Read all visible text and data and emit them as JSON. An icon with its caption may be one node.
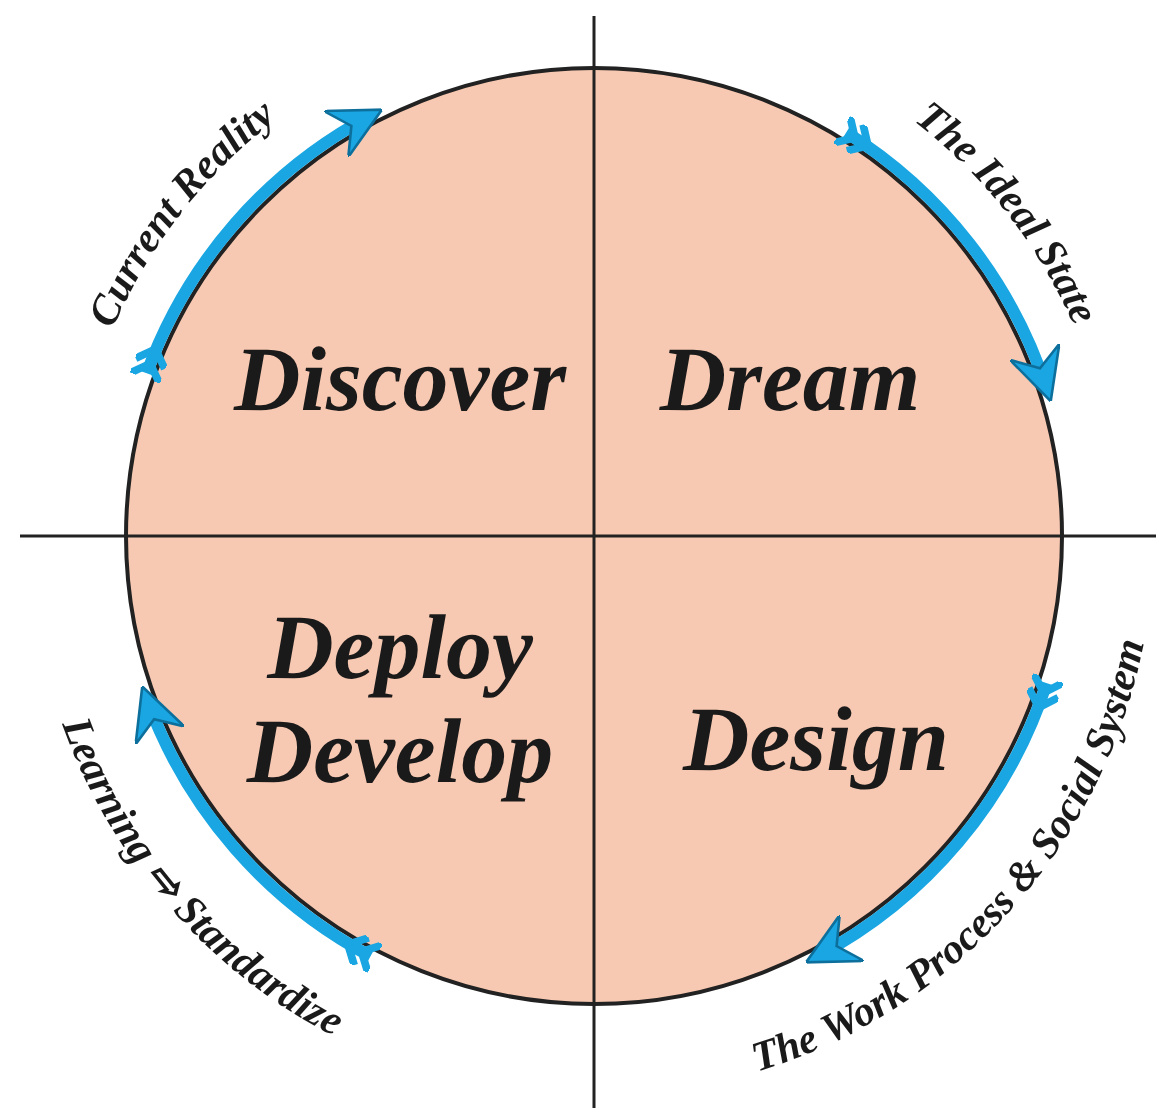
{
  "diagram": {
    "nodes": [
      {
        "text": [],
        "shape": "circle"
      },
      {
        "text": [
          "Discover"
        ],
        "in": 0
      },
      {
        "text": [
          "Dream"
        ],
        "in": 0
      },
      {
        "text": [
          "Deploy Develop"
        ],
        "in": 0
      },
      {
        "text": [
          "Design"
        ],
        "in": 0
      }
    ],
    "edges": [],
    "labels": [
      "Current Reality",
      "The Ideal State",
      "The Work Process & Social System",
      "Learning ⇨ Standardize"
    ]
  }
}
